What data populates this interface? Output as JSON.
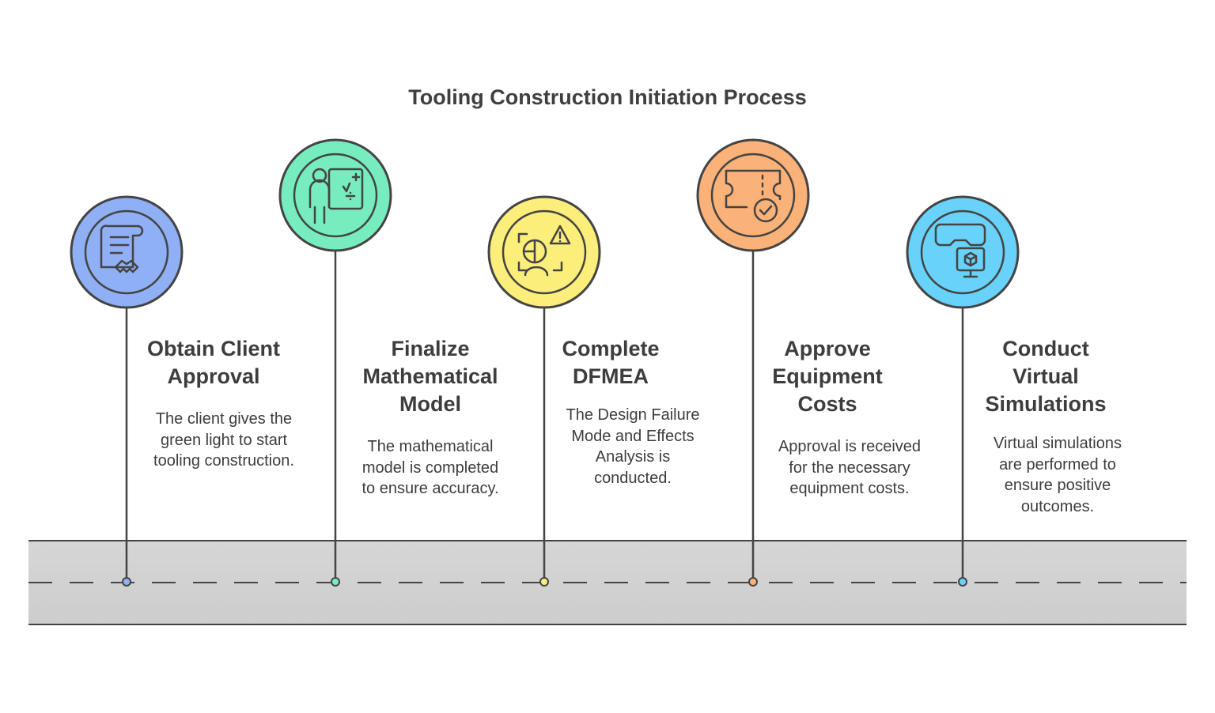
{
  "title": "Tooling Construction Initiation Process",
  "steps": [
    {
      "title": "Obtain Client Approval",
      "title_lines": [
        "Obtain Client",
        "Approval"
      ],
      "desc_lines": [
        "The client gives the",
        "green light to start",
        "tooling construction."
      ],
      "color": "#8fb0f5",
      "icon": "contract-handshake-icon"
    },
    {
      "title": "Finalize Mathematical Model",
      "title_lines": [
        "Finalize",
        "Mathematical",
        "Model"
      ],
      "desc_lines": [
        "The mathematical",
        "model is completed",
        "to ensure accuracy."
      ],
      "color": "#77ecbf",
      "icon": "teacher-math-board-icon"
    },
    {
      "title": "Complete DFMEA",
      "title_lines": [
        "Complete",
        "DFMEA"
      ],
      "desc_lines": [
        "The Design Failure",
        "Mode and Effects",
        "Analysis is",
        "conducted."
      ],
      "color": "#fbee7b",
      "icon": "risk-analysis-warning-icon"
    },
    {
      "title": "Approve Equipment Costs",
      "title_lines": [
        "Approve",
        "Equipment",
        "Costs"
      ],
      "desc_lines": [
        "Approval is received",
        "for the necessary",
        "equipment costs."
      ],
      "color": "#fbb278",
      "icon": "ticket-approved-icon"
    },
    {
      "title": "Conduct Virtual Simulations",
      "title_lines": [
        "Conduct",
        "Virtual",
        "Simulations"
      ],
      "desc_lines": [
        "Virtual simulations",
        "are performed to",
        "ensure positive",
        "outcomes."
      ],
      "color": "#68d2fa",
      "icon": "vr-headset-monitor-icon"
    }
  ]
}
